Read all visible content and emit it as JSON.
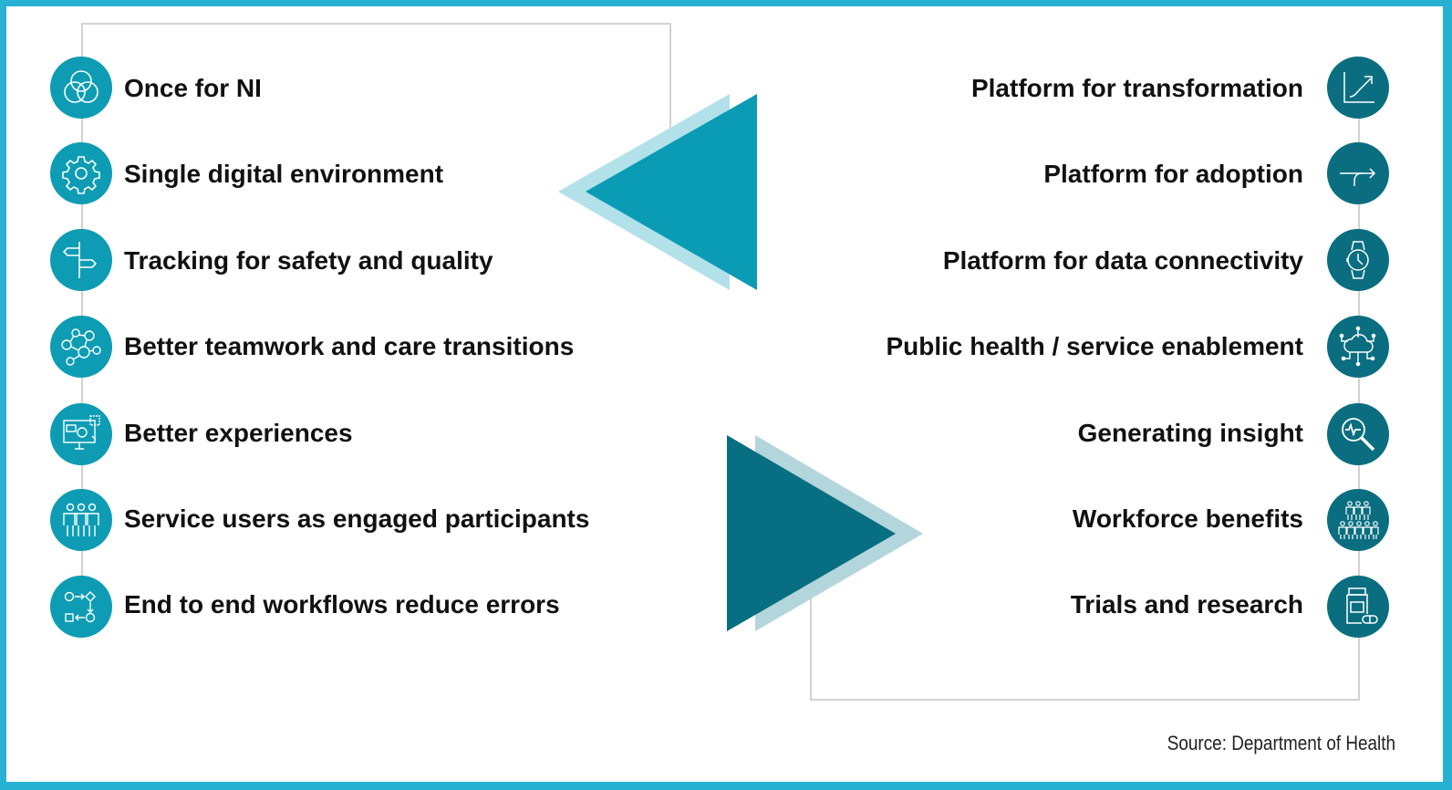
{
  "left_column": {
    "items": [
      {
        "label": "Once for NI",
        "icon": "venn-circles-icon"
      },
      {
        "label": "Single digital environment",
        "icon": "gear-icon"
      },
      {
        "label": "Tracking for safety and quality",
        "icon": "signpost-icon"
      },
      {
        "label": "Better teamwork and care transitions",
        "icon": "network-people-icon"
      },
      {
        "label": "Better experiences",
        "icon": "monitor-user-icon"
      },
      {
        "label": "Service users as engaged participants",
        "icon": "group-people-icon"
      },
      {
        "label": "End to end workflows reduce errors",
        "icon": "workflow-icon"
      }
    ]
  },
  "right_column": {
    "items": [
      {
        "label": "Platform for transformation",
        "icon": "growth-chart-icon"
      },
      {
        "label": "Platform for adoption",
        "icon": "turn-arrow-icon"
      },
      {
        "label": "Platform for data connectivity",
        "icon": "smartwatch-icon"
      },
      {
        "label": "Public health / service enablement",
        "icon": "cloud-network-icon"
      },
      {
        "label": "Generating insight",
        "icon": "magnifier-pulse-icon"
      },
      {
        "label": "Workforce benefits",
        "icon": "workforce-icon"
      },
      {
        "label": "Trials and research",
        "icon": "medicine-bottle-icon"
      }
    ]
  },
  "colors": {
    "frame": "#27b1d3",
    "left_accent": "#0e9cb4",
    "right_accent": "#0a6e80",
    "left_triangle_light": "#b2e1ea",
    "right_triangle_light": "#b3d6dc"
  },
  "footer": {
    "source": "Source: Department of Health"
  }
}
